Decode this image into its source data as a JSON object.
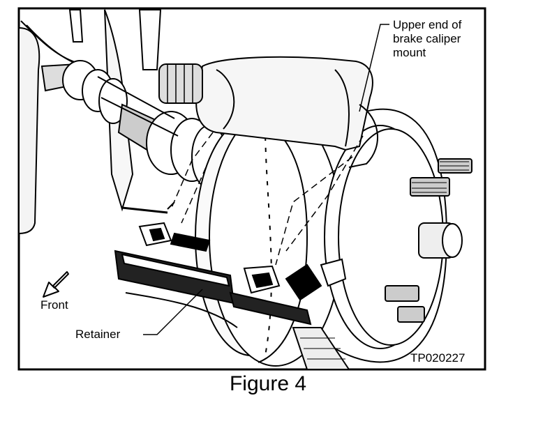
{
  "figure": {
    "caption": "Figure 4",
    "code": "TP020227",
    "callouts": {
      "upper_end": {
        "line1": "Upper end of",
        "line2": "brake caliper",
        "line3": "mount"
      },
      "front": "Front",
      "retainer": "Retainer"
    }
  },
  "colors": {
    "ink": "#000000",
    "paper": "#ffffff"
  }
}
